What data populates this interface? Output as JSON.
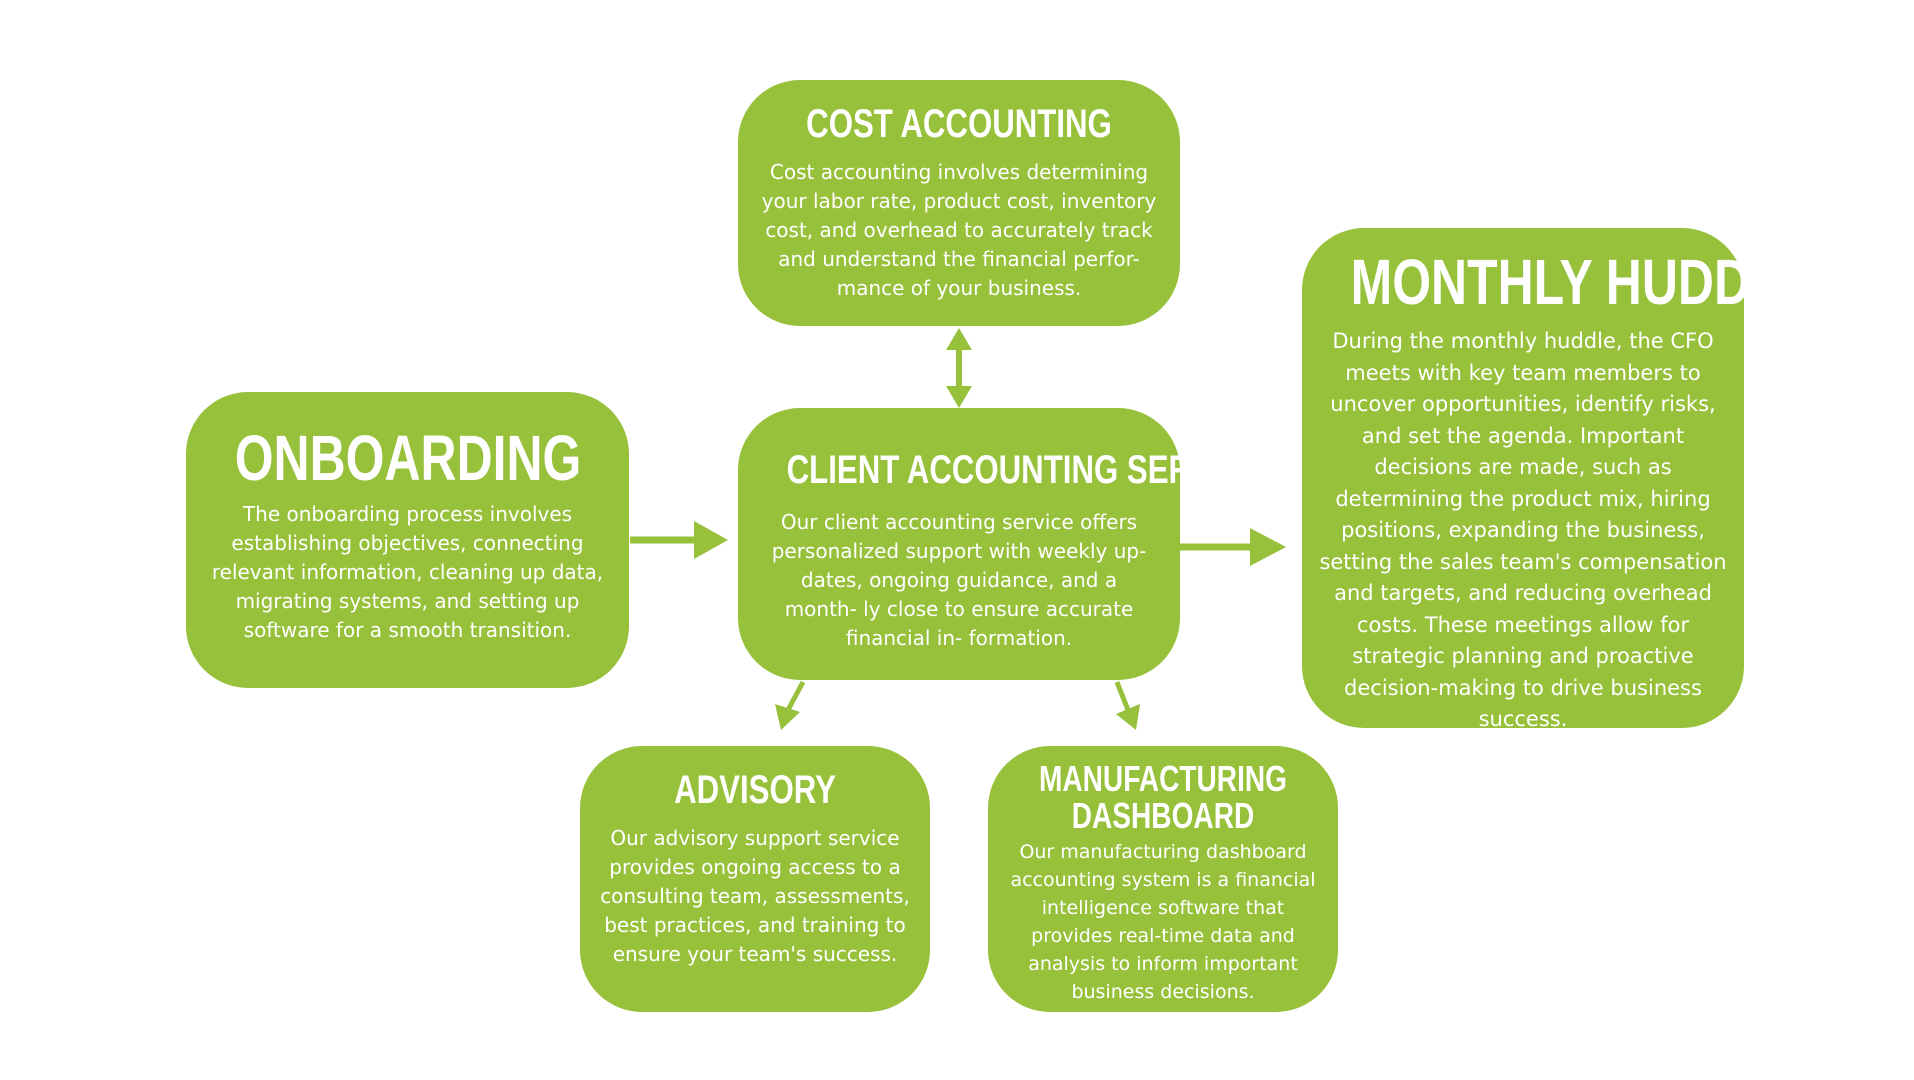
{
  "accent_color": "#97c03b",
  "text_color": "#ffffff",
  "boxes": {
    "cost_accounting": {
      "title": "COST ACCOUNTING",
      "body": "Cost accounting involves determining your labor rate, product cost, inventory cost, and overhead to accurately track and understand the financial perfor- mance of your business."
    },
    "client_accounting": {
      "title": "CLIENT ACCOUNTING SERVICES",
      "body": "Our client accounting service offers personalized support with weekly up- dates, ongoing guidance, and a month- ly close to ensure accurate financial in- formation."
    },
    "onboarding": {
      "title": "ONBOARDING",
      "body": "The onboarding process involves establishing objectives, connecting relevant information, cleaning up data, migrating systems, and setting up software for a smooth transition."
    },
    "monthly_huddle": {
      "title": "MONTHLY HUDDLE",
      "body": "During the monthly huddle, the CFO meets with key team members to uncover opportunities, identify risks, and set the agenda. Important decisions are made, such as determining the product mix, hiring positions, expanding the business, setting the sales team's compensation and targets, and reducing overhead costs. These meetings allow for strategic planning and proactive decision-making to drive business success."
    },
    "advisory": {
      "title": "ADVISORY",
      "body": "Our advisory support service provides ongoing access to a consulting team, assessments, best practices, and training to ensure your team's success."
    },
    "manufacturing_dashboard": {
      "title": "MANUFACTURING DASHBOARD",
      "body": "Our manufacturing dashboard accounting system is a financial intelligence software that provides real-time data and analysis to inform important business decisions."
    }
  },
  "connections": [
    {
      "from": "onboarding",
      "to": "client_accounting",
      "style": "one-way"
    },
    {
      "from": "client_accounting",
      "to": "cost_accounting",
      "style": "two-way"
    },
    {
      "from": "client_accounting",
      "to": "monthly_huddle",
      "style": "one-way"
    },
    {
      "from": "client_accounting",
      "to": "advisory",
      "style": "one-way"
    },
    {
      "from": "client_accounting",
      "to": "manufacturing_dashboard",
      "style": "one-way"
    }
  ]
}
